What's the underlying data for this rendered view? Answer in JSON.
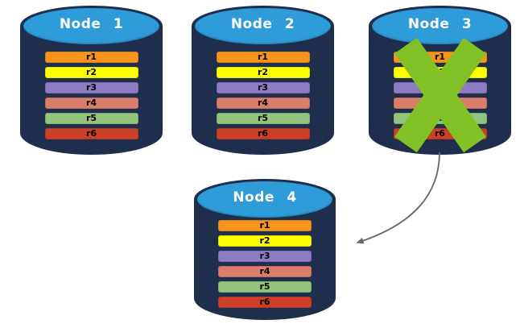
{
  "colors": {
    "background": "#FFFFFF",
    "cylinder_body": "#202E4E",
    "cylinder_top": "#2E9CD8",
    "failure_x": "#82C226",
    "arrow": "#666666"
  },
  "nodes": [
    {
      "label": "Node 1",
      "failed": false,
      "rows": [
        {
          "label": "r1",
          "color": "#F7941E"
        },
        {
          "label": "r2",
          "color": "#FFFF00"
        },
        {
          "label": "r3",
          "color": "#8E7CC3"
        },
        {
          "label": "r4",
          "color": "#DA7D6B"
        },
        {
          "label": "r5",
          "color": "#93C47D"
        },
        {
          "label": "r6",
          "color": "#CC4125"
        }
      ]
    },
    {
      "label": "Node 2",
      "failed": false,
      "rows": [
        {
          "label": "r1",
          "color": "#F7941E"
        },
        {
          "label": "r2",
          "color": "#FFFF00"
        },
        {
          "label": "r3",
          "color": "#8E7CC3"
        },
        {
          "label": "r4",
          "color": "#DA7D6B"
        },
        {
          "label": "r5",
          "color": "#93C47D"
        },
        {
          "label": "r6",
          "color": "#CC4125"
        }
      ]
    },
    {
      "label": "Node 3",
      "failed": true,
      "rows": [
        {
          "label": "r1",
          "color": "#F7941E"
        },
        {
          "label": "r2",
          "color": "#FFFF00"
        },
        {
          "label": "r3",
          "color": "#8E7CC3"
        },
        {
          "label": "r4",
          "color": "#DA7D6B"
        },
        {
          "label": "r5",
          "color": "#93C47D"
        },
        {
          "label": "r6",
          "color": "#CC4125"
        }
      ]
    },
    {
      "label": "Node 4",
      "failed": false,
      "rows": [
        {
          "label": "r1",
          "color": "#F7941E"
        },
        {
          "label": "r2",
          "color": "#FFFF00"
        },
        {
          "label": "r3",
          "color": "#8E7CC3"
        },
        {
          "label": "r4",
          "color": "#DA7D6B"
        },
        {
          "label": "r5",
          "color": "#93C47D"
        },
        {
          "label": "r6",
          "color": "#CC4125"
        }
      ]
    }
  ],
  "arrow": {
    "from": "Node 3",
    "to": "Node 4"
  }
}
